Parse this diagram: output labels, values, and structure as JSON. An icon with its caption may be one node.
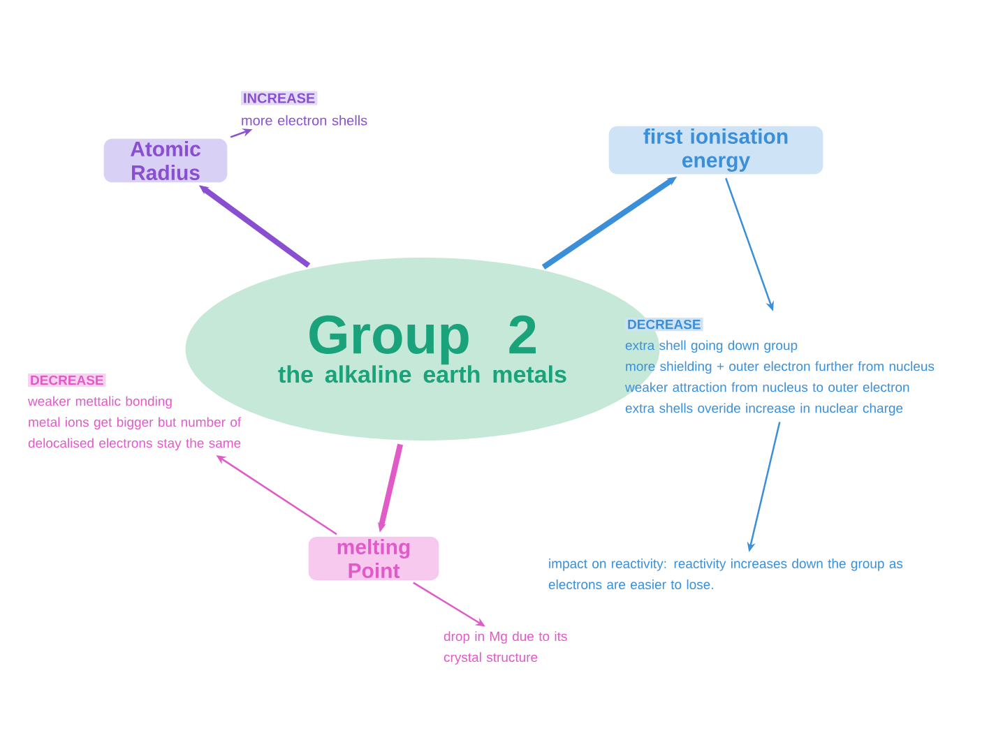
{
  "diagram": {
    "nodes": [
      {
        "text": [
          "Group 2",
          "the alkaline earth metals"
        ]
      },
      {
        "text": [
          "Atomic Radius"
        ]
      },
      {
        "text": [
          "INCREASE",
          "more electron shells"
        ]
      },
      {
        "text": [
          "first ionisation energy"
        ]
      },
      {
        "text": [
          "DECREASE",
          "extra shell going down group",
          "more shielding + outer electron further from nucleus",
          "weaker attraction from nucleus to outer electron",
          "extra shells overide increase in nuclear charge"
        ]
      },
      {
        "text": [
          "impact on reactivity: reactivity increases down the group as electrons are easier to lose."
        ]
      },
      {
        "text": [
          "melting Point"
        ]
      },
      {
        "text": [
          "DECREASE",
          "weaker mettalic bonding",
          "metal ions get bigger but number of delocalised electrons stay the same"
        ]
      },
      {
        "text": [
          "drop in Mg due to its crystal structure"
        ]
      }
    ],
    "edges": [
      {
        "from": 0,
        "to": 1,
        "arrow": "to",
        "style": "thick",
        "color": "#8a4fd0"
      },
      {
        "from": 1,
        "to": 2,
        "arrow": "to",
        "color": "#8a4fd0"
      },
      {
        "from": 0,
        "to": 3,
        "arrow": "to",
        "style": "thick",
        "color": "#3a8fd8"
      },
      {
        "from": 3,
        "to": 4,
        "arrow": "to",
        "color": "#3a8fd8"
      },
      {
        "from": 4,
        "to": 5,
        "arrow": "to",
        "color": "#3a8fd8"
      },
      {
        "from": 0,
        "to": 6,
        "arrow": "to",
        "style": "thick",
        "color": "#e05bc8"
      },
      {
        "from": 6,
        "to": 7,
        "arrow": "to",
        "color": "#e05bc8"
      },
      {
        "from": 6,
        "to": 8,
        "arrow": "to",
        "color": "#e05bc8"
      }
    ]
  }
}
